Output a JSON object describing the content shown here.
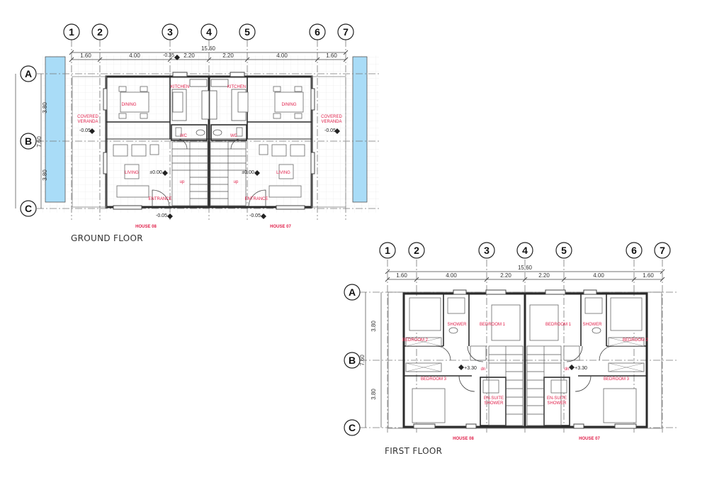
{
  "ground_floor": {
    "title": "GROUND FLOOR",
    "grid_numbers": [
      "1",
      "2",
      "3",
      "4",
      "5",
      "6",
      "7"
    ],
    "grid_letters": [
      "A",
      "B",
      "C"
    ],
    "overall_dim": "15.60",
    "segment_dims": [
      "1.60",
      "4.00",
      "2.20",
      "2.20",
      "4.00",
      "1.60"
    ],
    "offset_dim": "-0.35",
    "side_dims": [
      "3.80",
      "7.60",
      "3.80"
    ],
    "rooms": {
      "kitchen_left": "KITCHEN",
      "kitchen_right": "KITCHEN",
      "dining_left": "DINING",
      "dining_right": "DINING",
      "veranda_left": [
        "COVERED",
        "VERANDA"
      ],
      "veranda_right": [
        "COVERED",
        "VERANDA"
      ],
      "living_left": "LIVING",
      "living_right": "LIVING",
      "wc_left": "WC",
      "wc_right": "WC",
      "entrance_left": "ENTRANCE",
      "entrance_right": "ENTRANCE",
      "up_left": "up",
      "up_right": "up"
    },
    "levels": {
      "veranda_left": "-0.05",
      "veranda_right": "-0.05",
      "living_left": "±0.00",
      "living_right": "±0.00",
      "entrance_left": "-0.05",
      "entrance_right": "-0.05"
    },
    "houses": [
      "HOUSE 08",
      "HOUSE 07"
    ]
  },
  "first_floor": {
    "title": "FIRST FLOOR",
    "grid_numbers": [
      "1",
      "2",
      "3",
      "4",
      "5",
      "6",
      "7"
    ],
    "grid_letters": [
      "A",
      "B",
      "C"
    ],
    "overall_dim": "15.60",
    "segment_dims": [
      "1.60",
      "4.00",
      "2.20",
      "2.20",
      "4.00",
      "1.60"
    ],
    "side_dims": [
      "3.80",
      "7.60",
      "3.80"
    ],
    "rooms": {
      "bedroom2_left": "BEDROOM 2",
      "bedroom2_right": "BEDROOM 2",
      "shower_left": "SHOWER",
      "shower_right": "SHOWER",
      "bedroom1_left": "BEDROOM 1",
      "bedroom1_right": "BEDROOM 1",
      "bedroom3_left": "BEDROOM 3",
      "bedroom3_right": "BEDROOM 3",
      "ensuite_left": [
        "EN-SUITE",
        "SHOWER"
      ],
      "ensuite_right": [
        "EN-SUITE",
        "SHOWER"
      ],
      "dn_left": "dn",
      "dn_right": "dn"
    },
    "levels": {
      "left": "+3.30",
      "right": "+3.30"
    },
    "houses": [
      "HOUSE 08",
      "HOUSE 07"
    ]
  },
  "colors": {
    "room_label": "#e0204a",
    "line": "#2b2b2b",
    "glazing": "#a9dcf7"
  }
}
